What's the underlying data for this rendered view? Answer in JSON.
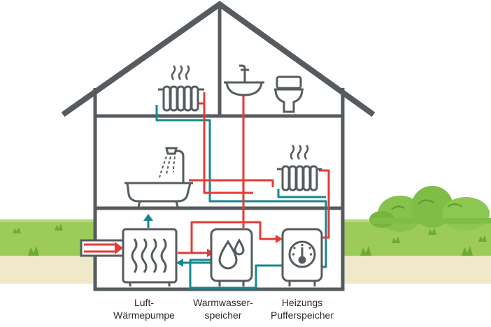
{
  "colors": {
    "outline": "#555b5e",
    "hot_pipe": "#e53a35",
    "cold_pipe": "#17878e",
    "grass": "#9ccb5a",
    "grass_dark": "#6ea83b",
    "soil": "#efe8c9",
    "bush": "#7fbd47",
    "appliance_fill": "#ffffff"
  },
  "icons": {
    "radiator_top": "radiator-icon",
    "radiator_middle": "radiator-icon",
    "sink": "sink-icon",
    "toilet": "toilet-icon",
    "bathtub": "bathtub-icon",
    "heat_pump": "heat-pump-icon",
    "hot_water_tank": "water-drops-icon",
    "buffer_tank": "thermometer-gauge-icon"
  },
  "labels": {
    "heat_pump": [
      "Luft-",
      "Wärmepumpe"
    ],
    "hot_water_tank": [
      "Warmwasser-",
      "speicher"
    ],
    "buffer_tank": [
      "Heizungs",
      "Pufferspeicher"
    ]
  }
}
